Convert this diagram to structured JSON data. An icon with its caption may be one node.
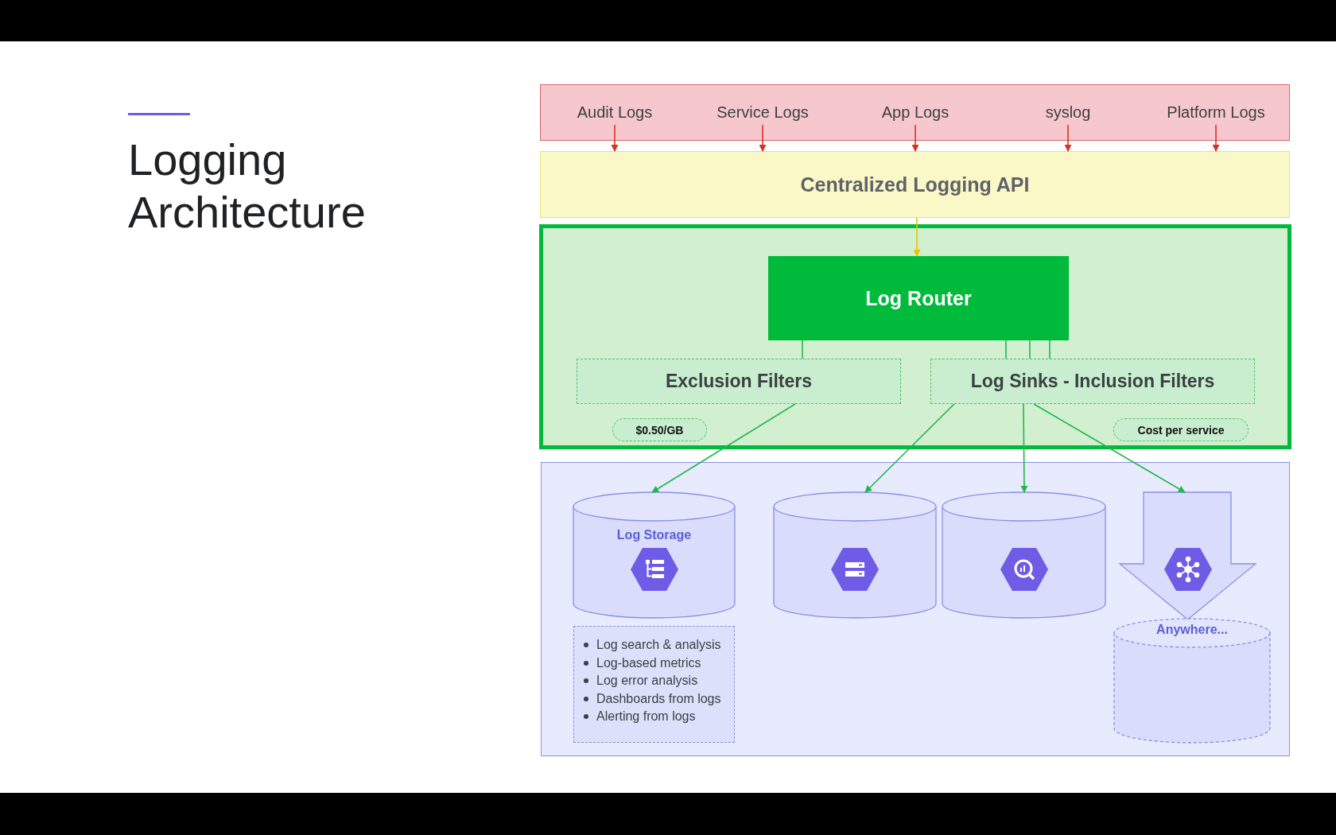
{
  "diagram": {
    "title": "Logging Architecture",
    "nodes": [
      {
        "text": [],
        "shape": "box"
      },
      {
        "text": [
          "Audit Logs"
        ],
        "in": 0
      },
      {
        "text": [
          "Service Logs"
        ],
        "in": 0
      },
      {
        "text": [
          "App Logs"
        ],
        "in": 0
      },
      {
        "text": [
          "syslog"
        ],
        "in": 0
      },
      {
        "text": [
          "Platform Logs"
        ],
        "in": 0
      },
      {
        "text": [
          "Centralized Logging API"
        ]
      },
      {
        "text": [],
        "shape": "box"
      },
      {
        "text": [
          "Log Router"
        ],
        "in": 7
      },
      {
        "text": [
          "Exclusion Filters"
        ],
        "in": 7
      },
      {
        "text": [
          "Log Sinks - Inclusion Filters"
        ],
        "in": 7
      },
      {
        "text": [
          "$0.50/GB"
        ],
        "in": 7
      },
      {
        "text": [
          "Cost per service"
        ],
        "in": 7
      },
      {
        "text": [],
        "shape": "box"
      },
      {
        "text": [
          "Log Storage"
        ],
        "in": 13
      },
      {
        "text": [],
        "shape": "cylinder",
        "in": 13
      },
      {
        "text": [],
        "shape": "cylinder",
        "in": 13
      },
      {
        "text": [],
        "shape": "arrow",
        "in": 13
      },
      {
        "text": [
          "Log search & analysis",
          "Log-based metrics",
          "Log error analysis",
          "Dashboards from logs",
          "Alerting from logs"
        ],
        "in": 13
      },
      {
        "text": [
          "Anywhere..."
        ],
        "in": 13
      }
    ],
    "edges": [
      {
        "from": 1,
        "to": 6,
        "arrow": "to",
        "color": "#d93025"
      },
      {
        "from": 2,
        "to": 6,
        "arrow": "to",
        "color": "#d93025"
      },
      {
        "from": 3,
        "to": 6,
        "arrow": "to",
        "color": "#d93025"
      },
      {
        "from": 4,
        "to": 6,
        "arrow": "to",
        "color": "#d93025"
      },
      {
        "from": 5,
        "to": 6,
        "arrow": "to",
        "color": "#d93025"
      },
      {
        "from": 6,
        "to": 8,
        "arrow": "to",
        "color": "#e8c400"
      },
      {
        "from": 8,
        "to": 9,
        "arrow": "none"
      },
      {
        "from": 8,
        "to": 10,
        "arrow": "none"
      },
      {
        "from": 8,
        "to": 10,
        "arrow": "none"
      },
      {
        "from": 8,
        "to": 10,
        "arrow": "none"
      },
      {
        "from": 9,
        "to": 14,
        "arrow": "to"
      },
      {
        "from": 10,
        "to": 15,
        "arrow": "to"
      },
      {
        "from": 10,
        "to": 16,
        "arrow": "to"
      },
      {
        "from": 10,
        "to": 17,
        "arrow": "to"
      }
    ]
  }
}
